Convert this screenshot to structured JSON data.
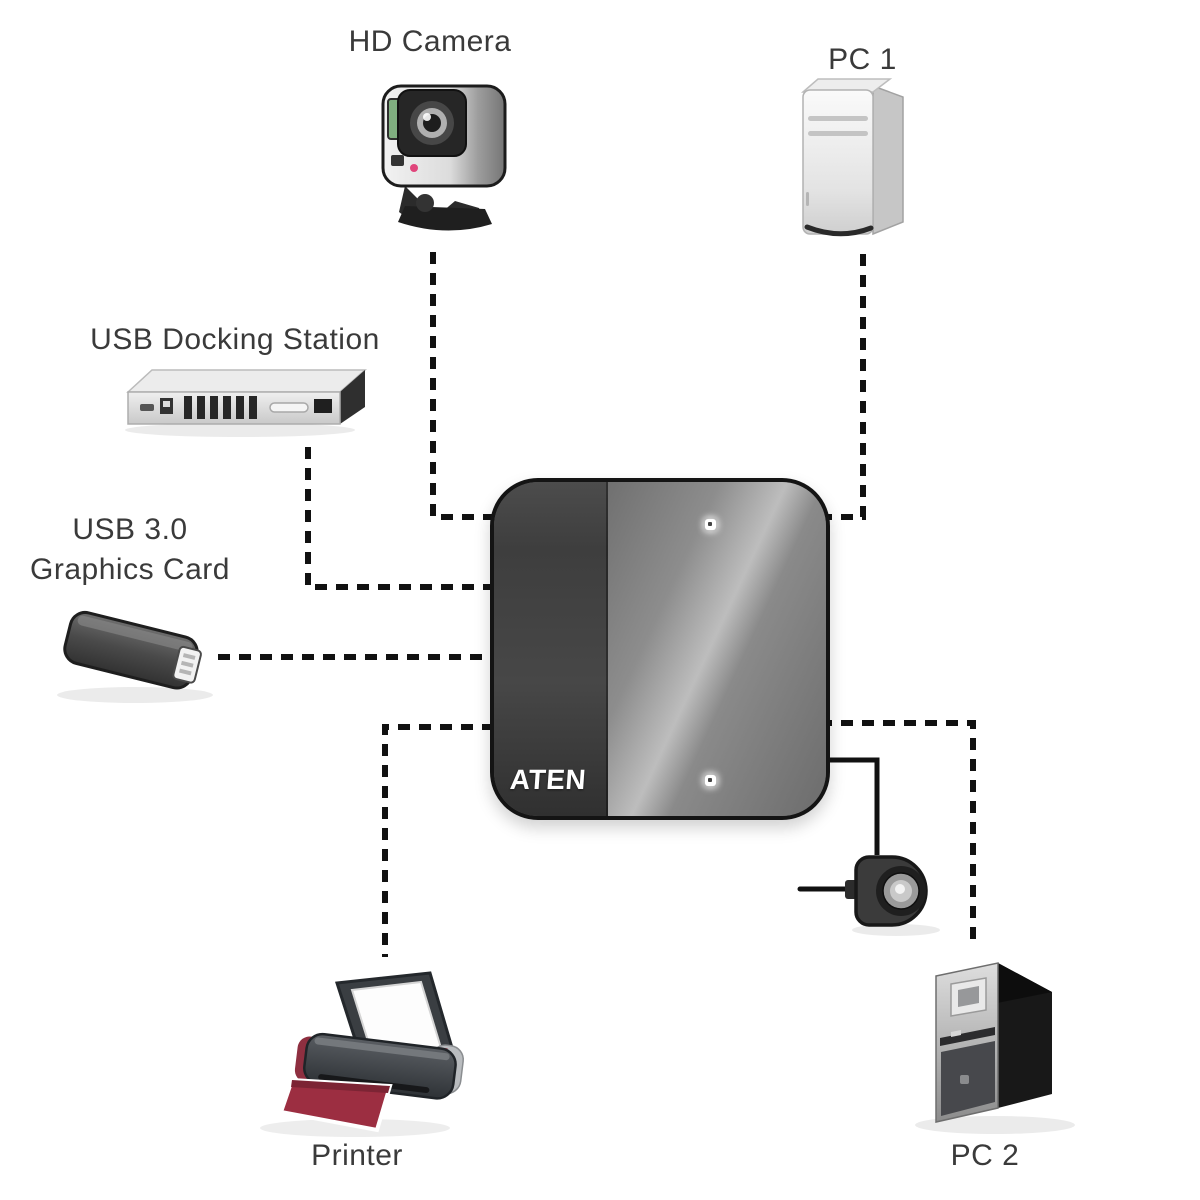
{
  "diagram": {
    "type": "connection-diagram",
    "switch": {
      "brand": "ATEN",
      "led_count": 2
    },
    "labels": {
      "hd_camera": "HD Camera",
      "pc1": "PC 1",
      "usb_docking_station": "USB Docking Station",
      "usb_graphics_line1": "USB 3.0",
      "usb_graphics_line2": "Graphics Card",
      "printer": "Printer",
      "pc2": "PC 2"
    },
    "devices": [
      {
        "name": "hd-camera",
        "label": "HD Camera",
        "connection": "dashed",
        "side": "top-left"
      },
      {
        "name": "pc-1",
        "label": "PC 1",
        "connection": "dashed",
        "side": "top-right"
      },
      {
        "name": "usb-docking-station",
        "label": "USB Docking Station",
        "connection": "dashed",
        "side": "left"
      },
      {
        "name": "usb-3-graphics-card",
        "label": "USB 3.0 Graphics Card",
        "connection": "dashed",
        "side": "left"
      },
      {
        "name": "printer",
        "label": "Printer",
        "connection": "dashed",
        "side": "bottom-left"
      },
      {
        "name": "pc-2",
        "label": "PC 2",
        "connection": "dashed",
        "side": "bottom-right"
      },
      {
        "name": "remote-port-selector",
        "label": "",
        "connection": "solid",
        "side": "right"
      }
    ],
    "colors": {
      "background": "#ffffff",
      "line": "#111111",
      "label_text": "#3a3a3a",
      "switch_left_panel": "#424242",
      "switch_right_panel": "#9a9a9a",
      "accent_red": "#9c2e41",
      "camera_screen_green": "#7fae7f",
      "logo_text": "#ffffff"
    }
  }
}
